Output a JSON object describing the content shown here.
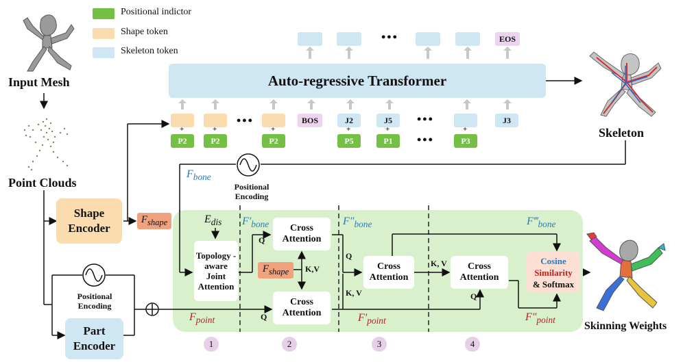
{
  "legend": {
    "positional": "Positional indictor",
    "shape": "Shape token",
    "skeleton": "Skeleton token"
  },
  "colors": {
    "positional": "#73c045",
    "shape": "#fbdcae",
    "skeleton": "#cfe6f3",
    "bos": "#ecd3ee",
    "panel": "#d9f0cc",
    "encoder_shape": "#fbdcae",
    "encoder_part": "#cfe6f3",
    "fshape": "#f0a27e",
    "cosine_box": "#fde0d3"
  },
  "left": {
    "input_mesh": "Input Mesh",
    "point_clouds": "Point Clouds",
    "shape_encoder": "Shape Encoder",
    "part_encoder": "Part Encoder",
    "positional_encoding": "Positional Encoding"
  },
  "transformer": {
    "title": "Auto-regressive Transformer",
    "eos": "EOS",
    "dots": "•••"
  },
  "tokens": {
    "p2": "P2",
    "plus": "+",
    "dots": "•••",
    "bos": "BOS",
    "j2": "J2",
    "j5": "J5",
    "p5": "P5",
    "p1": "P1",
    "p3": "P3",
    "j3": "J3"
  },
  "right": {
    "skeleton": "Skeleton",
    "skinning_weights": "Skinning Weights"
  },
  "features": {
    "f_bone": "F",
    "f_bone_sub": "bone",
    "f_shape": "F",
    "f_shape_sub": "shape",
    "f_point": "F",
    "f_point_sub": "point",
    "e_dis": "E",
    "e_dis_sub": "dis",
    "prime1": "′",
    "prime2": "″",
    "prime3": "‴"
  },
  "top_positional_encoding": "Positional Encoding",
  "modules": {
    "topology": "Topology -aware Joint Attention",
    "cross_attention": "Cross Attention",
    "cosine": "Cosine",
    "similarity": "Similarity",
    "softmax": "& Softmax",
    "q": "Q",
    "kv": "K,V",
    "kv_spaced": "K, V"
  },
  "stages": [
    "1",
    "2",
    "3",
    "4"
  ]
}
